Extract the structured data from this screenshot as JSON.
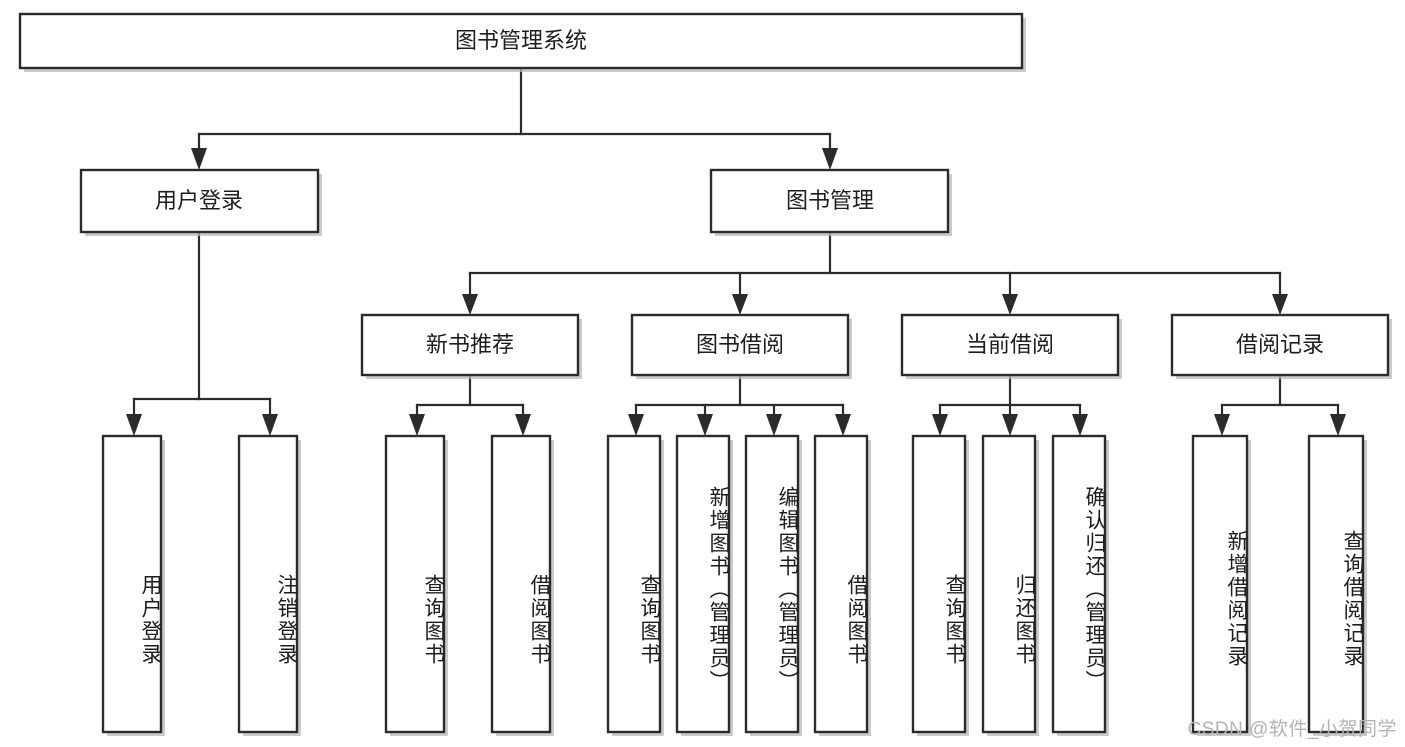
{
  "diagram": {
    "type": "tree-hierarchy",
    "title": "图书管理系统",
    "watermark": "CSDN @软件_小贺同学",
    "colors": {
      "box_stroke": "#2b2b2b",
      "box_fill": "#ffffff",
      "connector": "#2b2b2b",
      "text": "#1d1d1d",
      "watermark": "#b3b3b3",
      "background": "#ffffff"
    },
    "levels": {
      "root": {
        "label": "图书管理系统"
      },
      "level2": [
        {
          "label": "用户登录"
        },
        {
          "label": "图书管理"
        }
      ],
      "level3": [
        {
          "label": "新书推荐"
        },
        {
          "label": "图书借阅"
        },
        {
          "label": "当前借阅"
        },
        {
          "label": "借阅记录"
        }
      ]
    },
    "leaves": {
      "user_login": [
        {
          "label": "用户登录"
        },
        {
          "label": "注销登录"
        }
      ],
      "new_book_recommend": [
        {
          "label": "查询图书"
        },
        {
          "label": "借阅图书"
        }
      ],
      "book_borrow": [
        {
          "label": "查询图书"
        },
        {
          "label": "新增图书（管理员）"
        },
        {
          "label": "编辑图书（管理员）"
        },
        {
          "label": "借阅图书"
        }
      ],
      "current_borrow": [
        {
          "label": "查询图书"
        },
        {
          "label": "归还图书"
        },
        {
          "label": "确认归还（管理员）"
        }
      ],
      "borrow_record": [
        {
          "label": "新增借阅记录"
        },
        {
          "label": "查询借阅记录"
        }
      ]
    }
  }
}
